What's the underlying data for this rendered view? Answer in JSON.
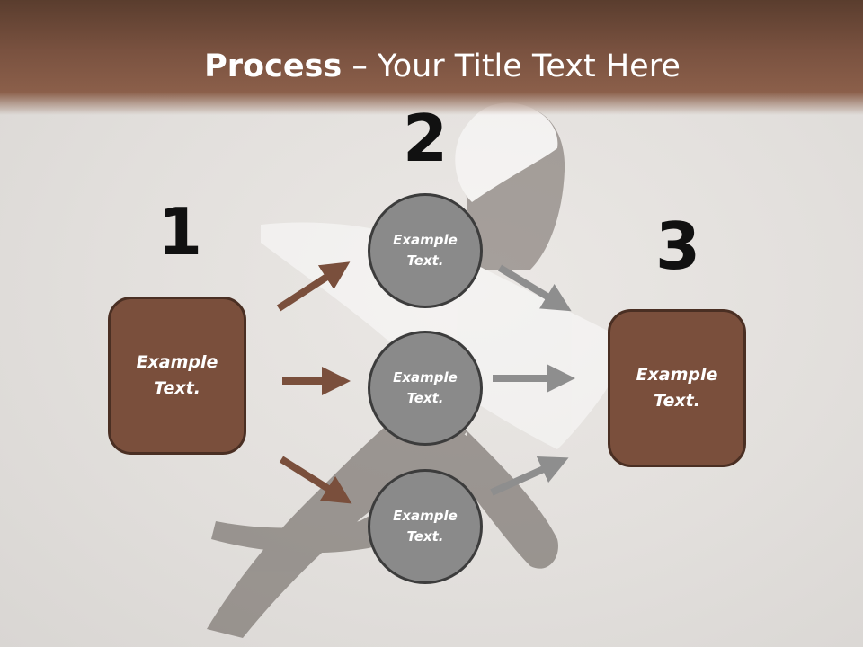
{
  "title": {
    "bold": "Process",
    "rest": " – Your Title Text Here"
  },
  "steps": [
    {
      "number": "1",
      "box": {
        "line1": "Example",
        "line2": "Text."
      }
    },
    {
      "number": "2",
      "circles": [
        {
          "line1": "Example",
          "line2": "Text."
        },
        {
          "line1": "Example",
          "line2": "Text."
        },
        {
          "line1": "Example",
          "line2": "Text."
        }
      ]
    },
    {
      "number": "3",
      "box": {
        "line1": "Example",
        "line2": "Text."
      }
    }
  ],
  "colors": {
    "brown": "#7a4f3c",
    "brown_arrow": "#7a4f3c",
    "gray_arrow": "#8e8e8e",
    "circle_fill": "#8a8a8a"
  }
}
